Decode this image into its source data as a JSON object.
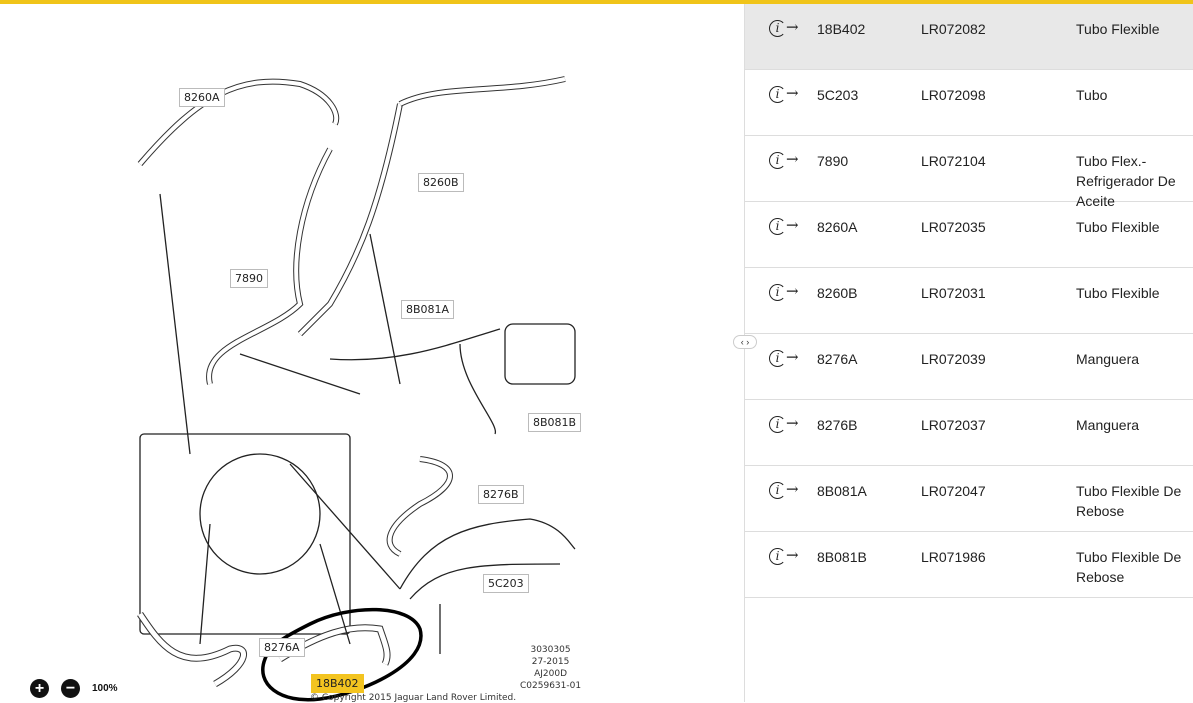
{
  "diagram": {
    "callouts": [
      "8260A",
      "8260B",
      "7890",
      "8B081A",
      "8B081B",
      "8276B",
      "5C203",
      "8276A",
      "18B402"
    ],
    "highlighted": "18B402",
    "meta": [
      "3030305",
      "27-2015",
      "AJ200D",
      "C0259631-01"
    ],
    "copyright": "© Copyright 2015 Jaguar Land Rover Limited.",
    "zoom": {
      "in": "+",
      "out": "−",
      "level": "100%"
    }
  },
  "collapse_toggle": "‹ ›",
  "parts": [
    {
      "ref": "18B402",
      "part_no": "LR072082",
      "desc": "Tubo Flexible",
      "selected": true
    },
    {
      "ref": "5C203",
      "part_no": "LR072098",
      "desc": "Tubo"
    },
    {
      "ref": "7890",
      "part_no": "LR072104",
      "desc": "Tubo Flex.- Refrigerador De Aceite"
    },
    {
      "ref": "8260A",
      "part_no": "LR072035",
      "desc": "Tubo Flexible"
    },
    {
      "ref": "8260B",
      "part_no": "LR072031",
      "desc": "Tubo Flexible"
    },
    {
      "ref": "8276A",
      "part_no": "LR072039",
      "desc": "Manguera"
    },
    {
      "ref": "8276B",
      "part_no": "LR072037",
      "desc": "Manguera"
    },
    {
      "ref": "8B081A",
      "part_no": "LR072047",
      "desc": "Tubo Flexible De Rebose"
    },
    {
      "ref": "8B081B",
      "part_no": "LR071986",
      "desc": "Tubo Flexible De Rebose"
    }
  ],
  "accent": "#f0c419"
}
